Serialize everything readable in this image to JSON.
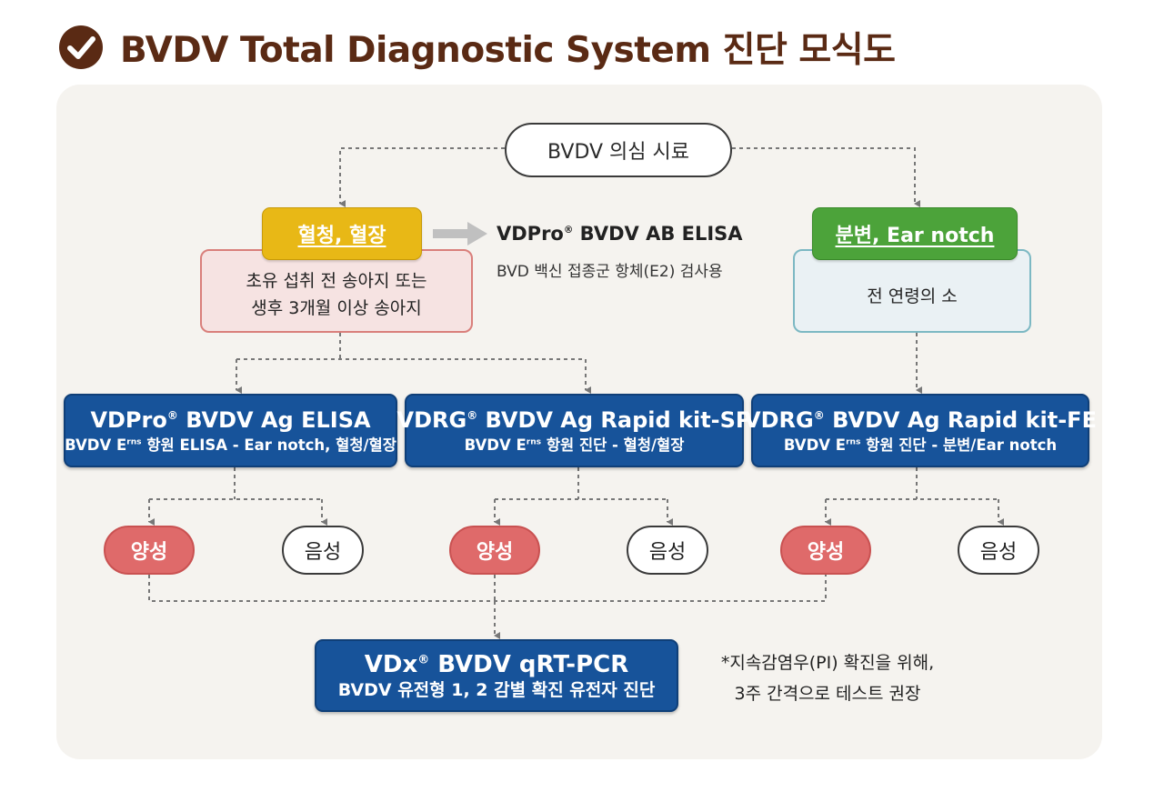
{
  "header": {
    "title": "BVDV Total Diagnostic System 진단 모식도"
  },
  "start": {
    "label": "BVDV 의심 시료"
  },
  "samples": {
    "serum": {
      "label": "혈청, 혈장",
      "desc_line1": "초유 섭취 전 송아지 또는",
      "desc_line2": "생후 3개월 이상 송아지"
    },
    "feces": {
      "label": "분변, Ear notch",
      "desc": "전 연령의 소"
    }
  },
  "antibody_kit": {
    "name_prefix": "VDPro",
    "name_rest": " BVDV AB ELISA",
    "subtitle": "BVD 백신 접종군 항체(E2) 검사용"
  },
  "kits": [
    {
      "name_prefix": "VDPro",
      "name_rest": " BVDV Ag ELISA",
      "sub_a": "BVDV E",
      "sub_sup": "rns",
      "sub_b": " 항원 ELISA - Ear notch, 혈청/혈장"
    },
    {
      "name_prefix": "VDRG",
      "name_rest": " BVDV Ag Rapid kit-SP",
      "sub_a": "BVDV E",
      "sub_sup": "rns",
      "sub_b": " 항원 진단 - 혈청/혈장"
    },
    {
      "name_prefix": "VDRG",
      "name_rest": " BVDV Ag Rapid kit-FE",
      "sub_a": "BVDV E",
      "sub_sup": "rns",
      "sub_b": " 항원 진단 - 분변/Ear notch"
    }
  ],
  "results": {
    "positive": "양성",
    "negative": "음성"
  },
  "pcr": {
    "name_prefix": "VDx",
    "name_rest": " BVDV qRT-PCR",
    "subtitle": "BVDV 유전형 1, 2 감별 확진 유전자 진단"
  },
  "note": {
    "line1": "*지속감염우(PI) 확진을 위해,",
    "line2": "3주 간격으로 테스트 권장"
  },
  "registered_mark": "®",
  "colors": {
    "title_brown": "#5a2a14",
    "panel_bg": "#f5f3ef",
    "serum_yellow": "#e8b816",
    "feces_green": "#4ca33a",
    "kit_blue": "#17539a",
    "positive_red": "#df6a6a",
    "connector_gray": "#777777"
  }
}
